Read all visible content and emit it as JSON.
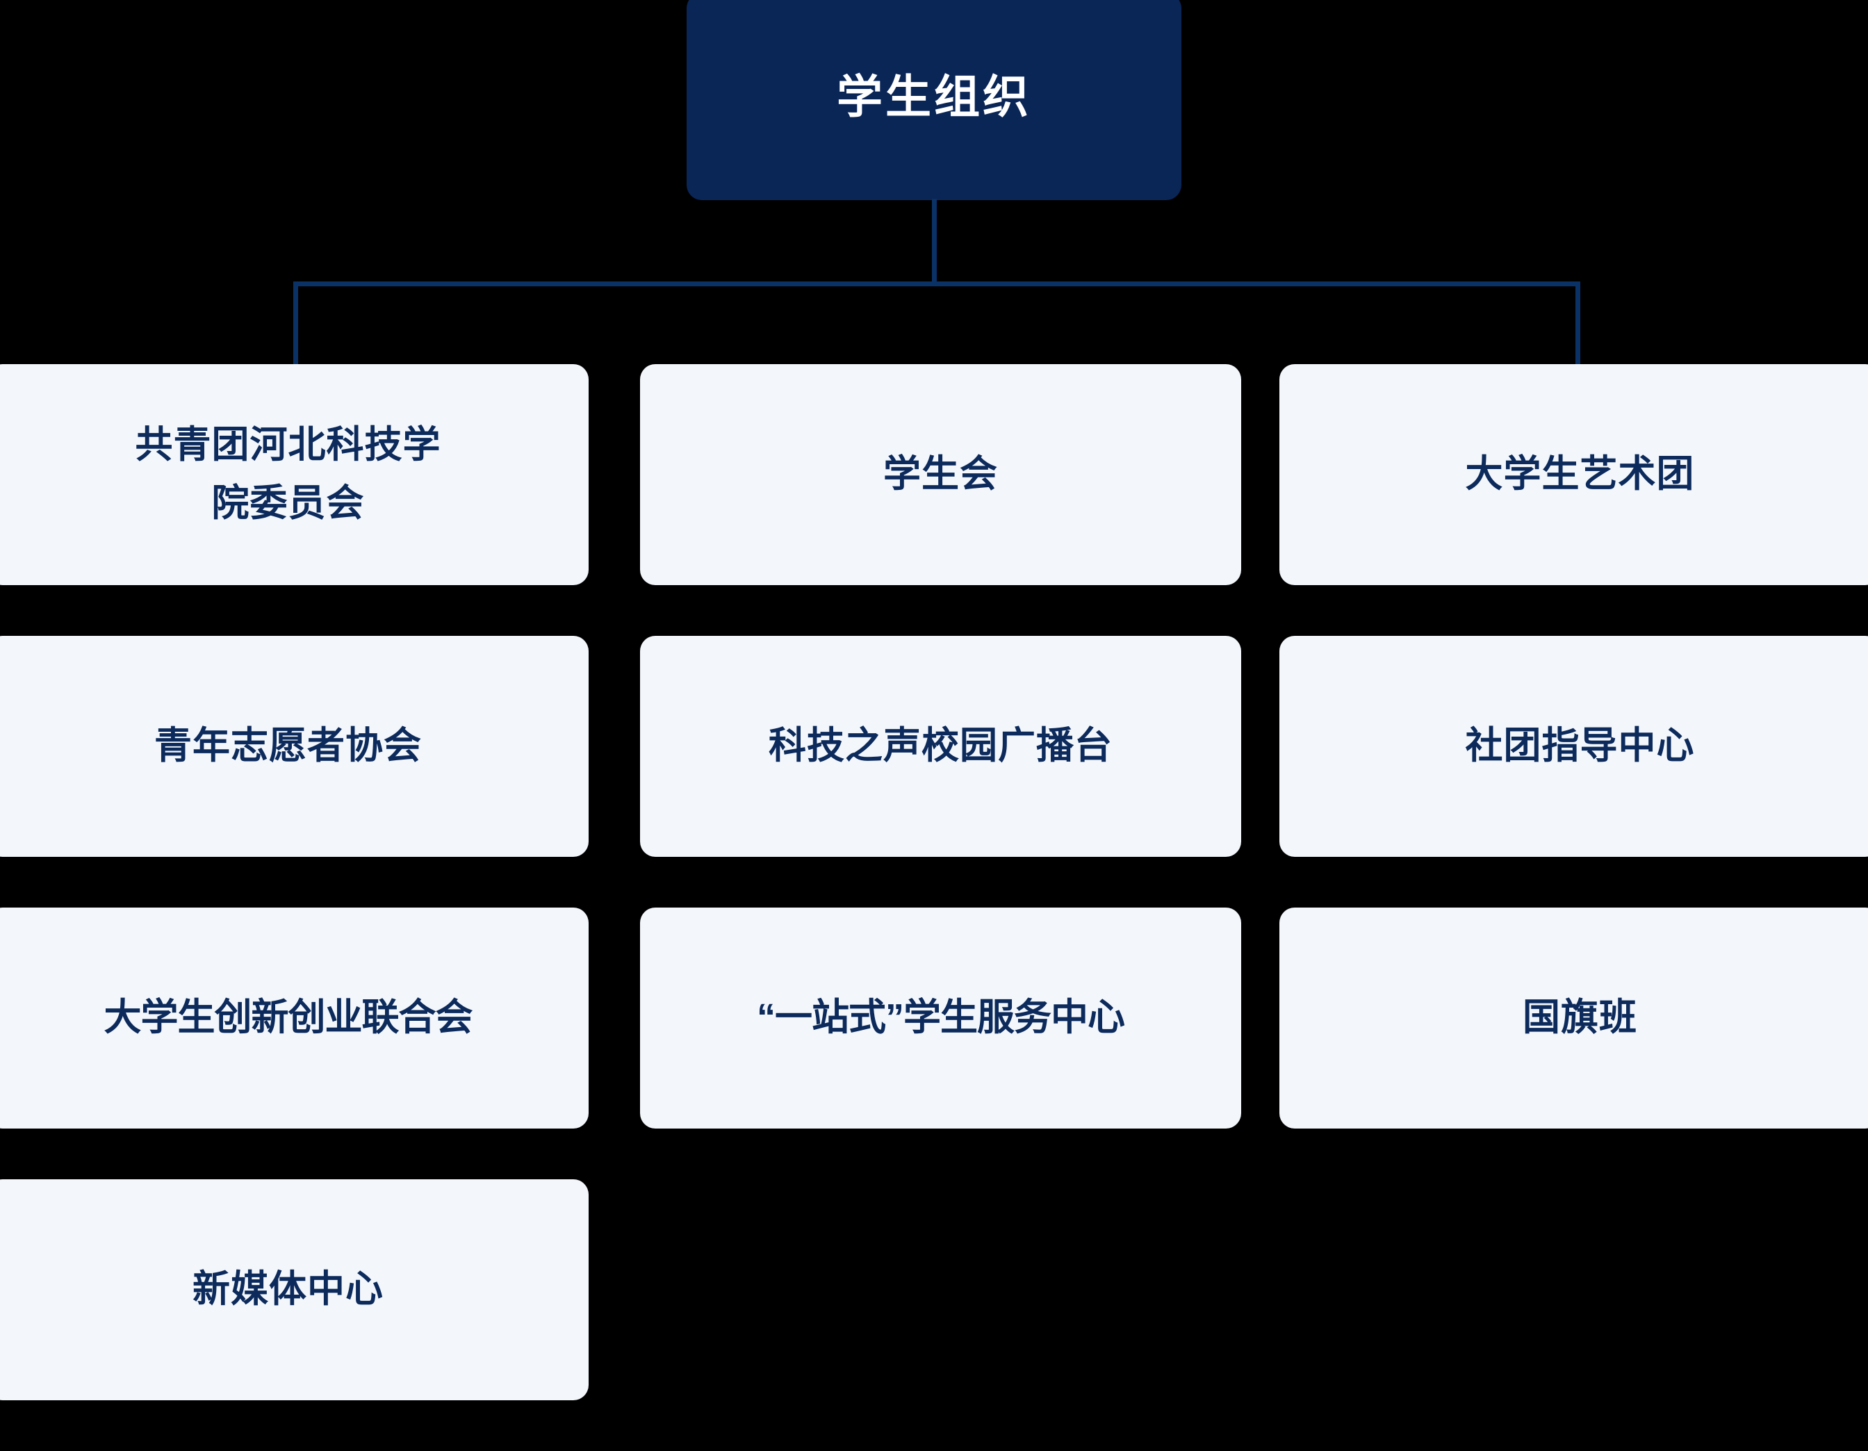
{
  "chart": {
    "type": "org-chart",
    "title": "学生组织",
    "background_color": "#000000",
    "root": {
      "label": "学生组织",
      "fill_color": "#0A2657",
      "text_color": "#FFFFFF"
    },
    "connector": {
      "color": "#0B3266",
      "style": "orthogonal-elbow"
    },
    "node_style": {
      "fill_color": "#F3F7FB",
      "text_color": "#0C2A5B",
      "corner_radius": "22px"
    },
    "columns": 3,
    "rows": 4,
    "children": [
      "共青团河北科技学院委员会",
      "学生会",
      "大学生艺术团",
      "青年志愿者协会",
      "科技之声校园广播台",
      "社团指导中心",
      "大学生创新创业联合会",
      "“一站式”学生服务中心",
      "国旗班",
      "新媒体中心"
    ],
    "grid": [
      [
        {
          "label": "共青团河北科技学\n院委员会",
          "present": true
        },
        {
          "label": "学生会",
          "present": true
        },
        {
          "label": "大学生艺术团",
          "present": true
        }
      ],
      [
        {
          "label": "青年志愿者协会",
          "present": true
        },
        {
          "label": "科技之声校园广播台",
          "present": true
        },
        {
          "label": "社团指导中心",
          "present": true
        }
      ],
      [
        {
          "label": "大学生创新创业联合会",
          "present": true
        },
        {
          "label": "“一站式”学生服务中心",
          "present": true
        },
        {
          "label": "国旗班",
          "present": true
        }
      ],
      [
        {
          "label": "新媒体中心",
          "present": true
        },
        {
          "label": "",
          "present": false
        },
        {
          "label": "",
          "present": false
        }
      ]
    ]
  }
}
